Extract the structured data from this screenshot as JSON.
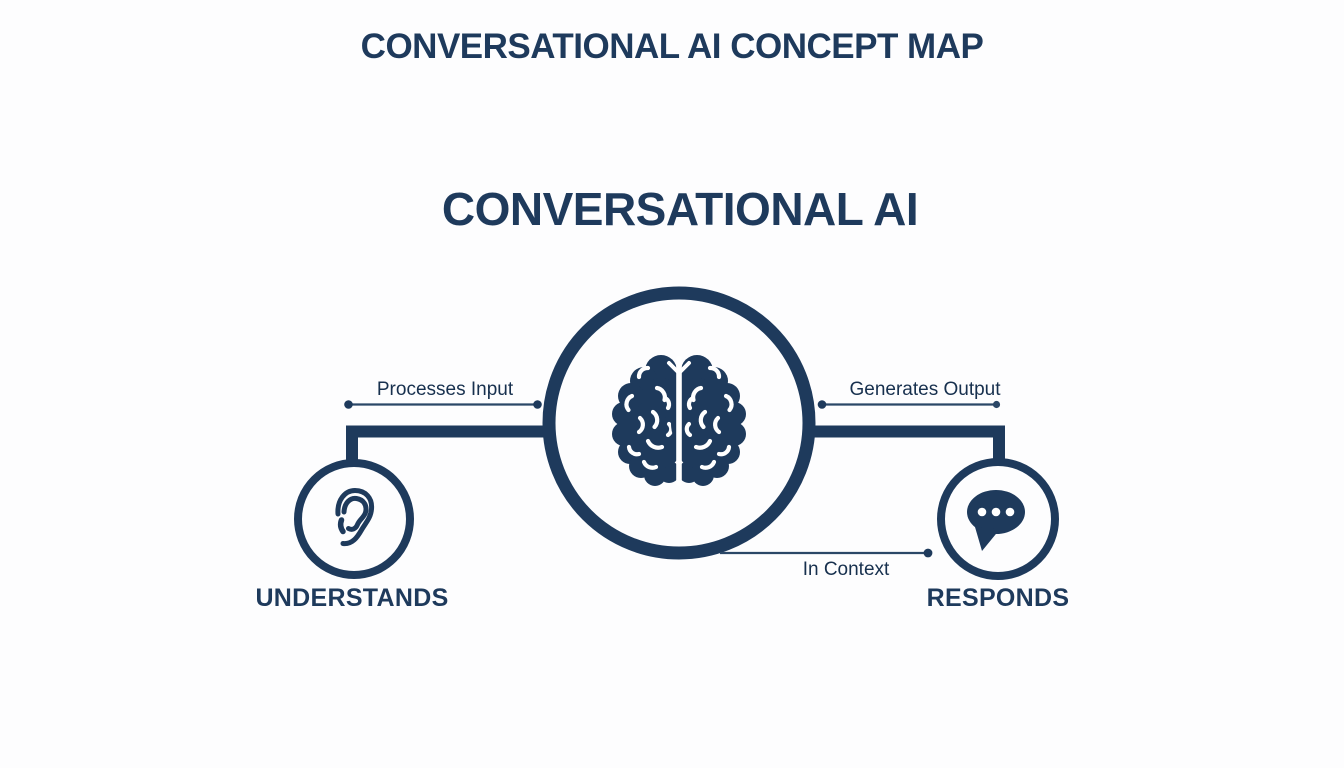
{
  "page": {
    "title": "CONVERSATIONAL AI CONCEPT MAP"
  },
  "colors": {
    "navy": "#1e3a5c",
    "thin_line": "#2b4767",
    "label_text": "#17304e",
    "background": "#fdfdfe",
    "icon_detail": "#ffffff"
  },
  "diagram": {
    "central_node": {
      "label": "CONVERSATIONAL AI",
      "icon": "brain-icon"
    },
    "left_node": {
      "label": "UNDERSTANDS",
      "icon": "ear-icon"
    },
    "right_node": {
      "label": "RESPONDS",
      "icon": "speech-bubble-icon"
    },
    "connections": [
      {
        "id": "left-to-center",
        "label": "Processes Input"
      },
      {
        "id": "center-to-right",
        "label": "Generates Output"
      },
      {
        "id": "center-to-right-bottom",
        "label": "In Context"
      }
    ]
  }
}
